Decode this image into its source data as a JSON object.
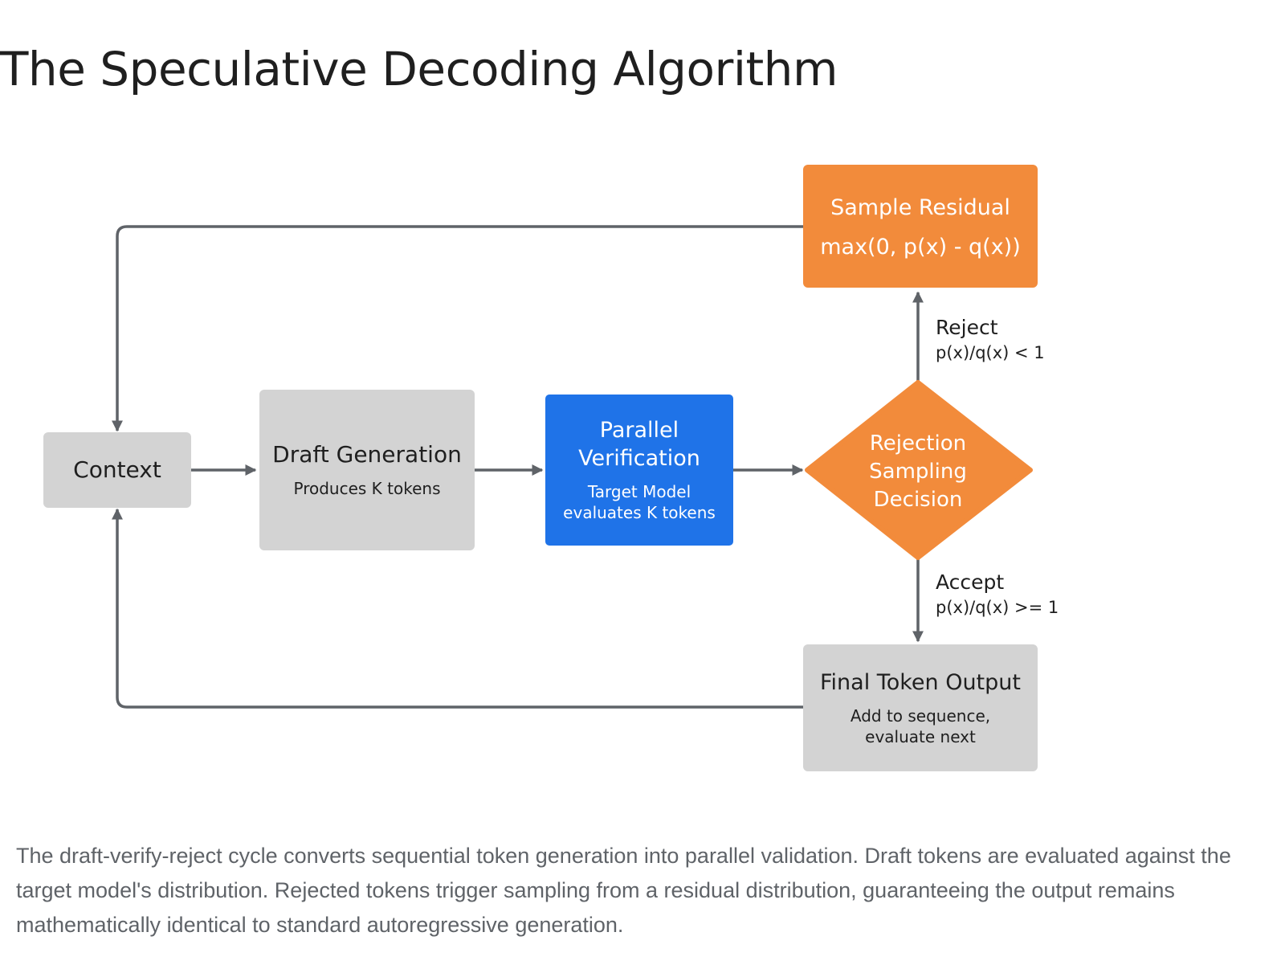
{
  "page": {
    "title": "The Speculative Decoding Algorithm",
    "caption": "The draft-verify-reject cycle converts sequential token generation into parallel validation. Draft tokens are evaluated against the target model's distribution. Rejected tokens trigger sampling from a residual distribution, guaranteeing the output remains mathematically identical to standard autoregressive generation."
  },
  "diagram": {
    "nodes": {
      "context": {
        "label": "Context"
      },
      "draft": {
        "label": "Draft Generation",
        "sub": "Produces K tokens"
      },
      "verify": {
        "label_1": "Parallel",
        "label_2": "Verification",
        "sub_1": "Target Model",
        "sub_2": "evaluates K tokens"
      },
      "decision": {
        "label_1": "Rejection",
        "label_2": "Sampling",
        "label_3": "Decision"
      },
      "residual": {
        "label": "Sample Residual",
        "sub": "max(0, p(x) - q(x))"
      },
      "output": {
        "label": "Final Token Output",
        "sub_1": "Add to sequence,",
        "sub_2": "evaluate next"
      }
    },
    "edges": {
      "reject": {
        "label": "Reject",
        "condition": "p(x)/q(x) < 1"
      },
      "accept": {
        "label": "Accept",
        "condition": "p(x)/q(x) >= 1"
      }
    },
    "colors": {
      "gray_node": "#d3d3d3",
      "blue_node": "#1f73e8",
      "orange_node": "#f28b3b",
      "arrow": "#5f6368"
    }
  }
}
